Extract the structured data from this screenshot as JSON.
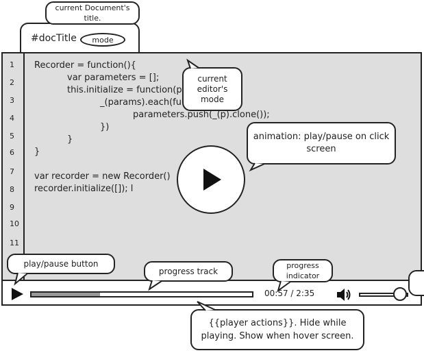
{
  "callouts": {
    "doc_title": "current Document's title.",
    "editor_mode": "current editor's mode",
    "animation": "animation: play/pause on click screen",
    "play_pause": "play/pause button",
    "progress_track": "progress track",
    "progress_indicator": "progress indicator",
    "player_actions": "{{player actions}}. Hide while playing. Show when hover screen."
  },
  "doc": {
    "title": "#docTitle",
    "mode": "mode"
  },
  "editor": {
    "line_numbers": [
      "1",
      "2",
      "3",
      "4",
      "5",
      "6",
      "7",
      "8",
      "9",
      "10",
      "11"
    ],
    "code_lines": [
      "Recorder = function(){",
      "var parameters = [];",
      "this.initialize = function(p",
      "_(params).each(fu",
      "parameters.push(_(p).clone());",
      "})",
      "}",
      "}",
      "var recorder = new Recorder()",
      "recorder.initialize([]); l"
    ]
  },
  "player": {
    "time": "00:57 / 2:35",
    "progress": 0.31,
    "volume": 0.72
  },
  "icons": [
    "play-icon",
    "volume-icon"
  ]
}
